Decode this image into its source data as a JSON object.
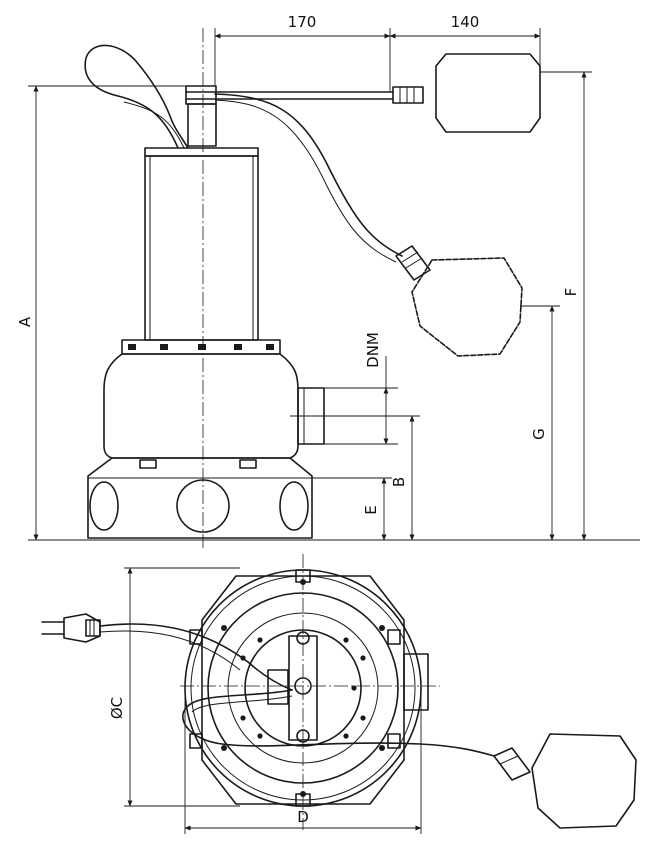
{
  "labels": {
    "dim_170": "170",
    "dim_140": "140",
    "dim_A": "A",
    "dim_F": "F",
    "dim_G": "G",
    "dim_DNM": "DNM",
    "dim_B": "B",
    "dim_E": "E",
    "dim_C": "ØC",
    "dim_D": "D"
  },
  "colors": {
    "line": "#1a1a1a",
    "background": "#ffffff"
  }
}
